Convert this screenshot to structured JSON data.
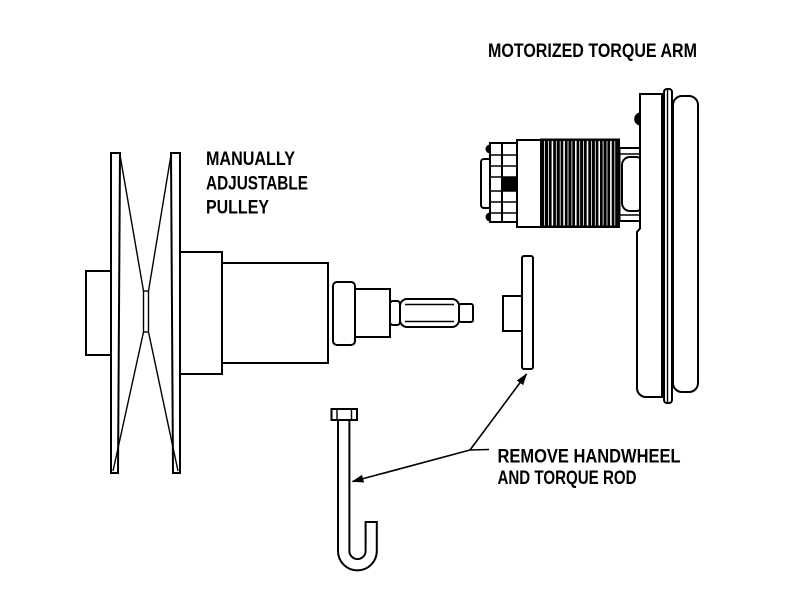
{
  "diagram": {
    "type": "exploded-technical-illustration",
    "background": "#ffffff",
    "line_color": "#000000",
    "fin_fill": "#000000",
    "part_fill": "#ffffff",
    "labels": {
      "motorized_torque_arm": "MOTORIZED TORQUE ARM",
      "pulley_line1": "MANUALLY",
      "pulley_line2": "ADJUSTABLE",
      "pulley_line3": "PULLEY",
      "remove_line1": "REMOVE HANDWHEEL",
      "remove_line2": "AND TORQUE ROD"
    },
    "parts": [
      {
        "id": "manually-adjustable-pulley",
        "label": "MANUALLY ADJUSTABLE PULLEY"
      },
      {
        "id": "motorized-torque-arm",
        "label": "MOTORIZED TORQUE ARM"
      },
      {
        "id": "handwheel",
        "label": "REMOVE HANDWHEEL AND TORQUE ROD"
      },
      {
        "id": "torque-rod",
        "label": "REMOVE HANDWHEEL AND TORQUE ROD"
      }
    ]
  }
}
